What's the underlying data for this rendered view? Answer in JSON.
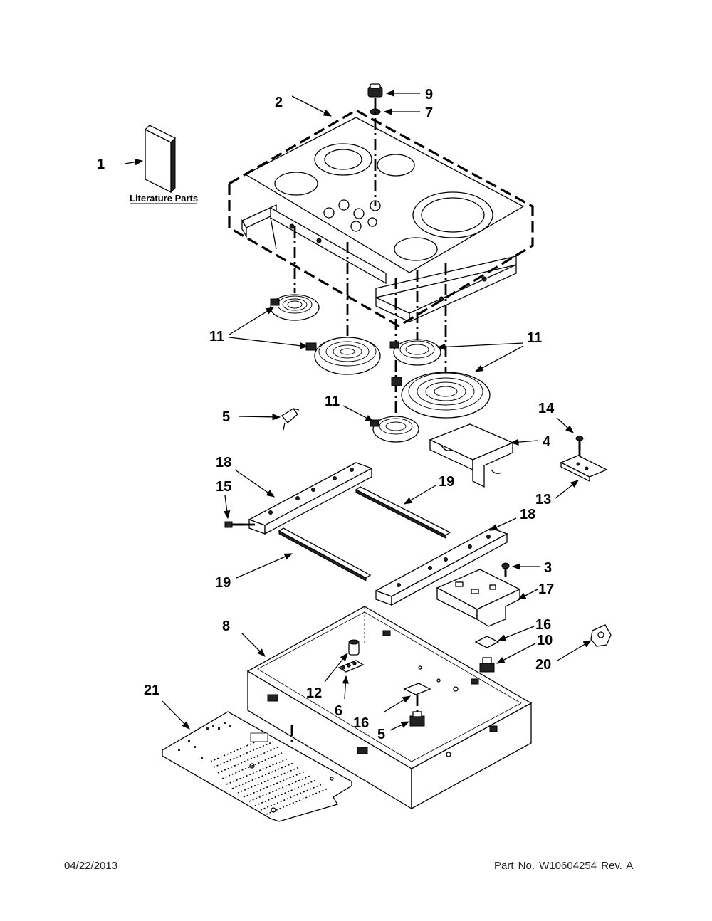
{
  "literature_label": "Literature Parts",
  "callouts": {
    "c1": "1",
    "c2": "2",
    "c3": "3",
    "c4": "4",
    "c5a": "5",
    "c5b": "5",
    "c6": "6",
    "c7": "7",
    "c8": "8",
    "c9": "9",
    "c10": "10",
    "c11a": "11",
    "c11b": "11",
    "c11c": "11",
    "c12": "12",
    "c13": "13",
    "c14": "14",
    "c15": "15",
    "c16a": "16",
    "c16b": "16",
    "c17": "17",
    "c18a": "18",
    "c18b": "18",
    "c19a": "19",
    "c19b": "19",
    "c20": "20",
    "c21": "21"
  },
  "footer": {
    "date": "04/22/2013",
    "part_number": "Part No.  W10604254  Rev.  A"
  }
}
